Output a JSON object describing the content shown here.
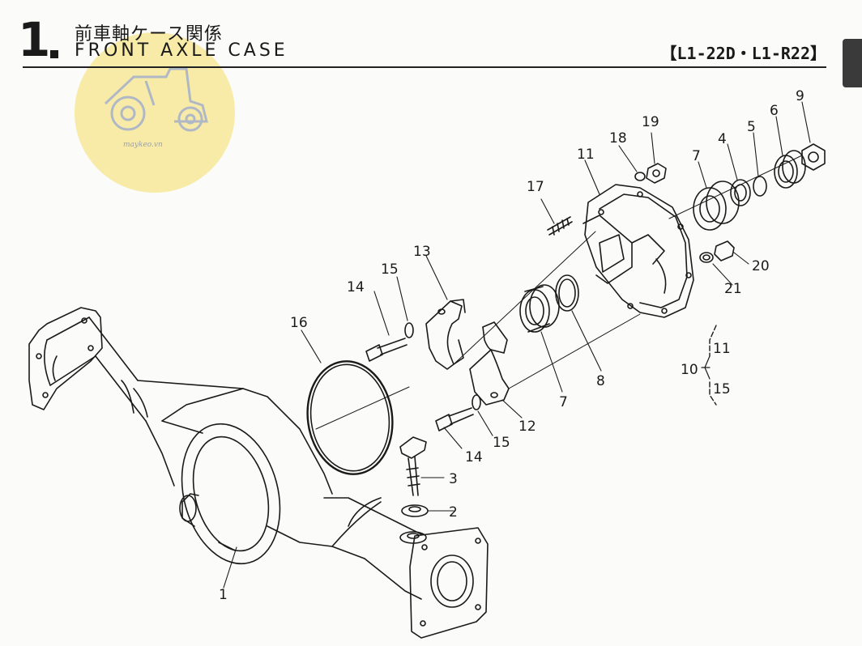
{
  "header": {
    "section_number": "1",
    "title_jp": "前車軸ケース関係",
    "title_en": "FRONT AXLE CASE",
    "model_code": "【L1-22D・L1-R22】"
  },
  "watermark": {
    "text": "maykeo.vn"
  },
  "callouts": {
    "c1": "1",
    "c2": "2",
    "c3": "3",
    "c4": "4",
    "c5": "5",
    "c6": "6",
    "c7a": "7",
    "c7b": "7",
    "c8": "8",
    "c9": "9",
    "c10": "10",
    "c11a": "11",
    "c11b": "11",
    "c12": "12",
    "c13": "13",
    "c14a": "14",
    "c14b": "14",
    "c15a": "15",
    "c15b": "15",
    "c15c": "15",
    "c16": "16",
    "c17": "17",
    "c18": "18",
    "c19": "19",
    "c20": "20",
    "c21": "21"
  },
  "colors": {
    "ink": "#1a1a1a",
    "paper": "#fbfbf9",
    "watermark": "#f7e79a"
  }
}
